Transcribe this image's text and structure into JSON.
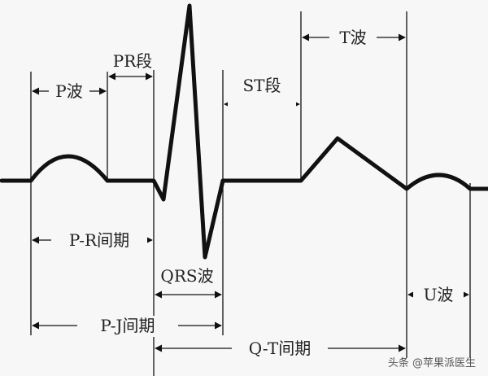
{
  "labels": {
    "p_wave": "P波",
    "pr_segment": "PR段",
    "st_segment": "ST段",
    "t_wave": "T波",
    "pr_interval": "P-R间期",
    "qrs_wave": "QRS波",
    "pj_interval": "P-J间期",
    "qt_interval": "Q-T间期",
    "u_wave": "U波"
  },
  "watermark": {
    "text": "头条 @苹果派医生"
  },
  "colors": {
    "background": "#f7f7f7",
    "trace": "#111111",
    "text": "#222222"
  }
}
